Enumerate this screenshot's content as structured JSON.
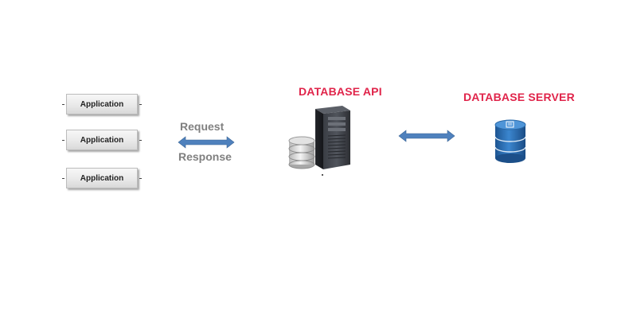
{
  "applications": [
    {
      "label": "Application"
    },
    {
      "label": "Application"
    },
    {
      "label": "Application"
    }
  ],
  "connection_left": {
    "top_label": "Request",
    "bottom_label": "Response"
  },
  "api": {
    "title": "DATABASE API"
  },
  "server": {
    "title": "DATABASE  SERVER"
  },
  "colors": {
    "arrow": "#4f81bd",
    "title_red": "#e0244a",
    "label_gray": "#808080",
    "db_blue": "#2f6fb0"
  },
  "icons": {
    "api": "server-tower-with-database-icon",
    "server": "database-cylinder-icon"
  }
}
